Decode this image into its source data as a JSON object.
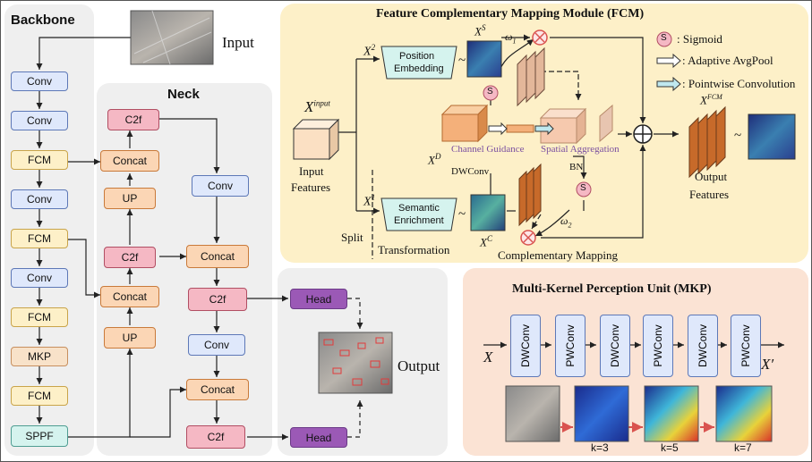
{
  "backbone": {
    "title": "Backbone",
    "input_label": "Input",
    "blocks": [
      "Conv",
      "Conv",
      "FCM",
      "Conv",
      "FCM",
      "Conv",
      "FCM",
      "MKP",
      "FCM",
      "SPPF"
    ]
  },
  "neck": {
    "title": "Neck",
    "left_col": [
      "C2f",
      "Concat",
      "UP",
      "C2f",
      "Concat",
      "UP"
    ],
    "right_col": [
      "Conv",
      "Concat",
      "C2f",
      "Conv",
      "Concat",
      "C2f"
    ]
  },
  "head": {
    "head1": "Head",
    "head2": "Head",
    "output_label": "Output"
  },
  "fcm": {
    "title": "Feature Complementary Mapping Module (FCM)",
    "x_input": "X",
    "x_input_sup": "input",
    "input_features_line1": "Input",
    "input_features_line2": "Features",
    "split": "Split",
    "transformation": "Transformation",
    "x2": "X",
    "x2_sup": "2",
    "x1": "X",
    "x1_sup": "1",
    "position_embedding_line1": "Position",
    "position_embedding_line2": "Embedding",
    "semantic_enrichment_line1": "Semantic",
    "semantic_enrichment_line2": "Enrichment",
    "xs": "X",
    "xs_sup": "S",
    "xc": "X",
    "xc_sup": "C",
    "xd": "X",
    "xd_sup": "D",
    "omega1": "ω",
    "omega1_sub": "1",
    "omega2": "ω",
    "omega2_sub": "2",
    "channel_guidance": "Channel Guidance",
    "spatial_aggregation": "Spatial Aggregation",
    "dwconv": "DWConv",
    "bn": "BN",
    "s": "S",
    "tilde": "~",
    "complementary_mapping": "Complementary Mapping",
    "xfcm": "X",
    "xfcm_sup": "FCM",
    "output_features_line1": "Output",
    "output_features_line2": "Features",
    "legend": {
      "sigmoid": ": Sigmoid",
      "avgpool": ": Adaptive AvgPool",
      "pwconv": ": Pointwise Convolution"
    }
  },
  "mkp": {
    "title": "Multi-Kernel Perception Unit (MKP)",
    "x_in": "X",
    "x_out": "X′",
    "blocks": [
      "DWConv",
      "PWConv",
      "DWConv",
      "PWConv",
      "DWConv",
      "PWConv"
    ],
    "k_labels": [
      "k=3",
      "k=5",
      "k=7"
    ]
  },
  "colors": {
    "panel_gray": "#efefef",
    "panel_fcm": "#fdf0c8",
    "panel_mkp": "#fbe3d4",
    "conv": "#dfe8fb",
    "fcm_block": "#fdf0c8",
    "concat": "#fbd6b5",
    "c2f": "#f5b8c4",
    "mkp_block": "#f8e2c9",
    "sppf": "#d5f3ee",
    "head": "#9b59b6"
  }
}
